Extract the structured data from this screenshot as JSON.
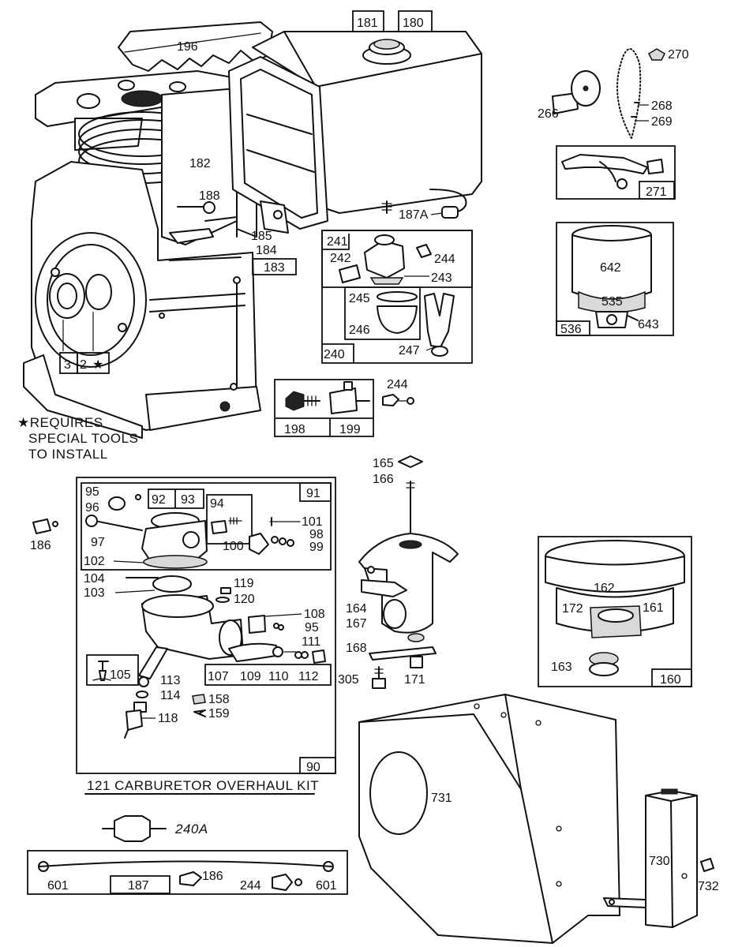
{
  "parts": {
    "engine_block": {
      "p182": "182",
      "p188": "188",
      "p3": "3",
      "p2": "2",
      "star": "★"
    },
    "shroud": {
      "p196": "196"
    },
    "fuel_tank": {
      "p181": "181",
      "p180": "180",
      "p185": "185",
      "p184": "184",
      "p183": "183",
      "p187A": "187A"
    },
    "sediment_bowl": {
      "p241": "241",
      "p242": "242",
      "p244": "244",
      "p243": "243",
      "p245": "245",
      "p246": "246",
      "p247": "247",
      "p240": "240"
    },
    "fittings": {
      "p198": "198",
      "p199": "199",
      "p244": "244"
    },
    "governor": {
      "p270": "270",
      "p266": "266",
      "p268": "268",
      "p269": "269",
      "p271": "271"
    },
    "air_cleaner_small": {
      "p642": "642",
      "p535": "535",
      "p643": "643",
      "p536": "536"
    },
    "air_cleaner_large": {
      "p162": "162",
      "p172": "172",
      "p161": "161",
      "p163": "163",
      "p160": "160"
    },
    "carburetor": {
      "p95a": "95",
      "p96": "96",
      "p97": "97",
      "p92": "92",
      "p93": "93",
      "p94": "94",
      "p91": "91",
      "p101": "101",
      "p98": "98",
      "p99": "99",
      "p100": "100",
      "p102": "102",
      "p104": "104",
      "p103": "103",
      "p119": "119",
      "p120": "120",
      "p108": "108",
      "p95b": "95",
      "p111": "111",
      "p105": "105",
      "p107": "107",
      "p109": "109",
      "p110": "110",
      "p112": "112",
      "p113": "113",
      "p114": "114",
      "p158": "158",
      "p159": "159",
      "p118": "118",
      "p90": "90"
    },
    "p186": "186",
    "elbow": {
      "p165": "165",
      "p166": "166",
      "p164": "164",
      "p167": "167",
      "p168": "168",
      "p305": "305",
      "p171": "171"
    },
    "blower": {
      "p731": "731"
    },
    "bracket": {
      "p730": "730",
      "p732": "732"
    },
    "fuel_line": {
      "p240A": "240A",
      "p601a": "601",
      "p187": "187",
      "p186": "186",
      "p244": "244",
      "p601b": "601"
    }
  },
  "notes": {
    "special_tools_line1": "★REQUIRES",
    "special_tools_line2": "SPECIAL TOOLS",
    "special_tools_line3": "TO INSTALL",
    "kit_caption": "121 CARBURETOR OVERHAUL KIT"
  }
}
